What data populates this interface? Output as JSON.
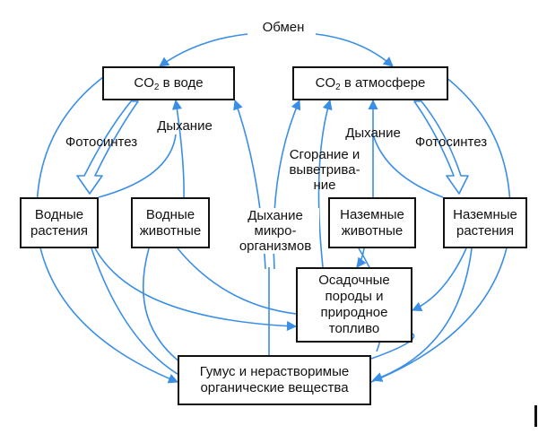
{
  "colors": {
    "arrow": "#3a8ee6",
    "box_border": "#111111",
    "text": "#111111"
  },
  "labels": {
    "exchange": "Обмен",
    "photosynthesis_left": "Фотосинтез",
    "respiration_left": "Дыхание",
    "respiration_microorganisms": "Дыхание\nмикро-\nорганизмов",
    "combustion_weathering": "Сгорание и\nвыветрива-\nние",
    "respiration_right": "Дыхание",
    "photosynthesis_right": "Фотосинтез"
  },
  "boxes": {
    "co2_water": {
      "prefix": "CO",
      "sub": "2",
      "suffix": " в воде"
    },
    "co2_atmosphere": {
      "prefix": "CO",
      "sub": "2",
      "suffix": " в атмосфере"
    },
    "aquatic_plants": "Водные\nрастения",
    "aquatic_animals": "Водные\nживотные",
    "land_animals": "Наземные\nживотные",
    "land_plants": "Наземные\nрастения",
    "sediments_fuel": "Осадочные\nпороды и\nприродное\nтопливо",
    "humus": "Гумус и нерастворимые\nорганические вещества"
  }
}
